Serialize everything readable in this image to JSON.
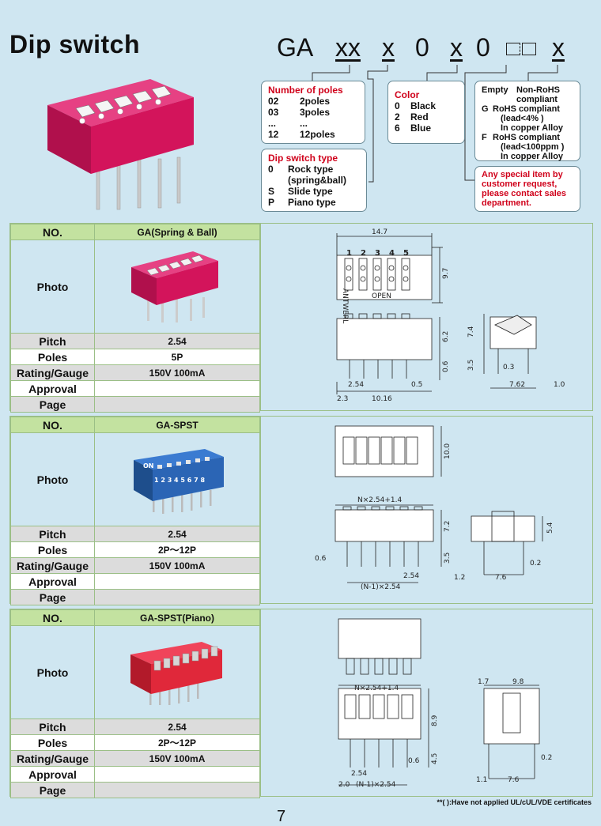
{
  "page_title": "Dip switch",
  "code": {
    "ga": "GA",
    "xx": "xx",
    "x1": "x",
    "zero1": "0",
    "x2": "x",
    "zero2": "0",
    "x3": "x"
  },
  "poles_box": {
    "title": "Number of poles",
    "rows": [
      {
        "code": "02",
        "desc": "2poles"
      },
      {
        "code": "03",
        "desc": "3poles"
      },
      {
        "code": "...",
        "desc": "..."
      },
      {
        "code": "12",
        "desc": "12poles"
      }
    ]
  },
  "color_box": {
    "title": "Color",
    "rows": [
      {
        "code": "0",
        "desc": "Black"
      },
      {
        "code": "2",
        "desc": "Red"
      },
      {
        "code": "6",
        "desc": "Blue"
      }
    ]
  },
  "type_box": {
    "title": "Dip switch type",
    "rows": [
      {
        "code": "0",
        "desc": "Rock type",
        "desc2": "(spring&ball)"
      },
      {
        "code": "S",
        "desc": "Slide type"
      },
      {
        "code": "P",
        "desc": "Piano type"
      }
    ]
  },
  "rohs_box": {
    "rows": [
      {
        "code": "Empty",
        "desc": "Non-RoHS",
        "desc2": "compliant"
      },
      {
        "code": "G",
        "desc": "RoHS compliant",
        "desc2": "(lead<4% )",
        "desc3": "In copper Alloy"
      },
      {
        "code": "F",
        "desc": "RoHS compliant",
        "desc2": "(lead<100ppm )",
        "desc3": "In copper Alloy"
      }
    ]
  },
  "special_box": {
    "lines": [
      "Any special item by",
      "customer request,",
      "please contact sales",
      "department."
    ]
  },
  "labels": {
    "no": "NO.",
    "photo": "Photo",
    "pitch": "Pitch",
    "poles": "Poles",
    "rating": "Rating/Gauge",
    "approval": "Approval",
    "page": "Page"
  },
  "products": [
    {
      "name": "GA(Spring & Ball)",
      "pitch": "2.54",
      "poles": "5P",
      "rating": "150V 100mA",
      "approval": "",
      "page": "",
      "color": "#d4185a"
    },
    {
      "name": "GA-SPST",
      "pitch": "2.54",
      "poles": "2P～12P",
      "rating": "150V 100mA",
      "approval": "",
      "page": "",
      "color": "#2b65b5"
    },
    {
      "name": "GA-SPST(Piano)",
      "pitch": "2.54",
      "poles": "2P～12P",
      "rating": "150V 100mA",
      "approval": "",
      "page": "",
      "color": "#e0283a"
    }
  ],
  "drawing1": {
    "width": "14.7",
    "height": "9.7",
    "switch_nums": [
      "1",
      "2",
      "3",
      "4",
      "5"
    ],
    "open": "OPEN",
    "side_text": "ANTWERL",
    "body_h": "6.2",
    "pin_h": "0.6",
    "pitch": "2.54",
    "pin_w": "0.5",
    "edge": "2.3",
    "span": "10.16",
    "side_h": "7.4",
    "side_pin": "3.5",
    "side_t": "0.3",
    "side_w": "7.62",
    "side_e": "1.0"
  },
  "drawing2": {
    "height": "10.0",
    "length": "N×2.54+1.4",
    "body_h": "7.2",
    "pin_h": "3.5",
    "pin_w": "0.6",
    "pitch": "2.54",
    "span": "(N-1)×2.54",
    "side_h": "5.4",
    "side_t": "0.2",
    "side_e": "1.2",
    "side_w": "7.6"
  },
  "drawing3": {
    "length": "N×2.54+1.4",
    "body_h": "8.9",
    "pin_h": "4.5",
    "pin_w": "0.6",
    "edge": "2.0",
    "pitch": "2.54",
    "span": "(N-1)×2.54",
    "side_a": "1.7",
    "side_b": "9.8",
    "side_t": "0.2",
    "side_e": "1.1",
    "side_w": "7.6"
  },
  "footnote": "**(     ):Have not applied UL/cUL/VDE certificates",
  "page_number": "7"
}
